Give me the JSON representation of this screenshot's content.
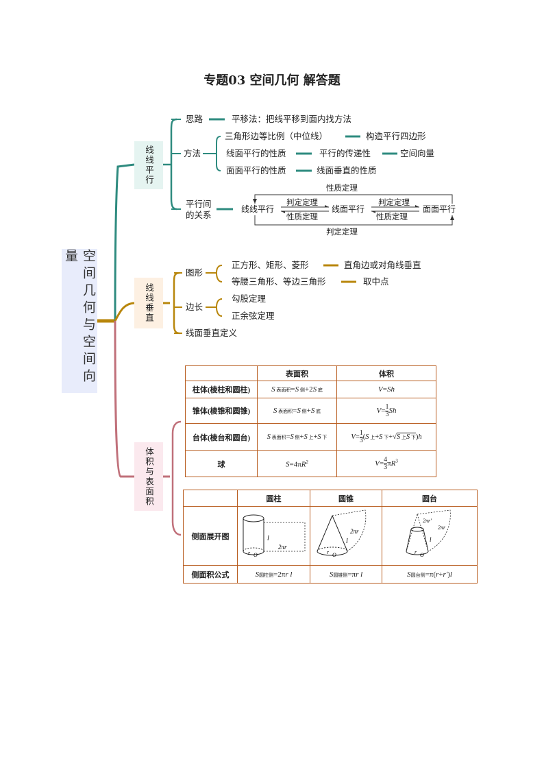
{
  "title": "专题03  空间几何  解答题",
  "root": "空间几何与空间向量",
  "branches": {
    "parallel": {
      "label": "线线平行",
      "sil_lu": "思路",
      "sil_lu_content": "平移法：把线平移到面内找方法",
      "fangfa": "方法",
      "methods": [
        {
          "a": "三角形边等比例（中位线）",
          "b": "构造平行四边形"
        },
        {
          "a": "线面平行的性质",
          "b": "平行的传递性",
          "c": "空间向量"
        },
        {
          "a": "面面平行的性质",
          "b": "线面垂直的性质"
        }
      ],
      "relation_label_1": "平行间",
      "relation_label_2": "的关系",
      "rel_nodes": [
        "线线平行",
        "线面平行",
        "面面平行"
      ],
      "rel_top_a": "判定定理",
      "rel_bottom_a": "性质定理",
      "rel_top_b": "判定定理",
      "rel_bottom_b": "性质定理",
      "rel_outer_top": "性质定理",
      "rel_outer_bottom": "判定定理"
    },
    "perpendicular": {
      "label": "线线垂直",
      "shape": "图形",
      "shape_items": [
        {
          "a": "正方形、矩形、菱形",
          "b": "直角边或对角线垂直"
        },
        {
          "a": "等腰三角形、等边三角形",
          "b": "取中点"
        }
      ],
      "edge": "边长",
      "edge_items": [
        "勾股定理",
        "正余弦定理"
      ],
      "def": "线面垂直定义"
    },
    "volume": {
      "label": "体积与表面积"
    }
  },
  "table1": {
    "headers": [
      "",
      "表面积",
      "体积"
    ],
    "rows": [
      {
        "name": "柱体(棱柱和圆柱)"
      },
      {
        "name": "锥体(棱锥和圆锥)"
      },
      {
        "name": "台体(棱台和圆台)"
      },
      {
        "name": "球"
      }
    ]
  },
  "table2": {
    "headers": [
      "",
      "圆柱",
      "圆锥",
      "圆台"
    ],
    "row1": "侧面展开图",
    "row2": "侧面积公式"
  },
  "colors": {
    "teal": "#2e8b7f",
    "gold": "#b8860b",
    "rose": "#c0707a",
    "table_border": "#b85c1e",
    "box_teal": "#e5f4f1",
    "box_gold": "#fdf0e2",
    "box_rose": "#fbe9ee",
    "box_root": "#e8ecfb"
  }
}
